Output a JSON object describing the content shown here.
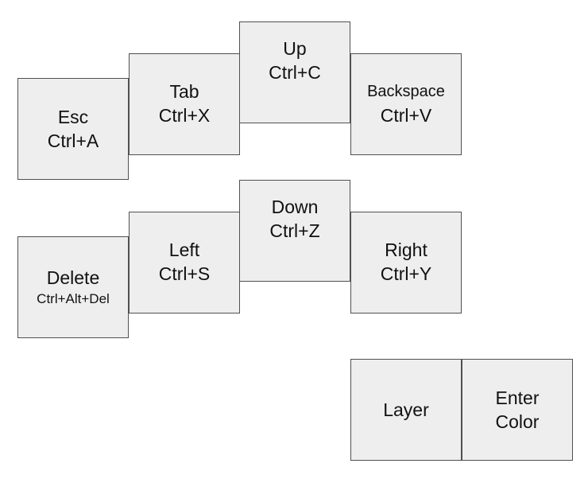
{
  "keys": {
    "esc": {
      "label": "Esc",
      "shortcut": "Ctrl+A"
    },
    "tab": {
      "label": "Tab",
      "shortcut": "Ctrl+X"
    },
    "up": {
      "label": "Up",
      "shortcut": "Ctrl+C"
    },
    "bksp": {
      "label": "Backspace",
      "shortcut": "Ctrl+V"
    },
    "del": {
      "label": "Delete",
      "shortcut": "Ctrl+Alt+Del"
    },
    "left": {
      "label": "Left",
      "shortcut": "Ctrl+S"
    },
    "down": {
      "label": "Down",
      "shortcut": "Ctrl+Z"
    },
    "right": {
      "label": "Right",
      "shortcut": "Ctrl+Y"
    },
    "layer": {
      "label": "Layer"
    },
    "enter": {
      "label": "Enter",
      "shortcut": "Color"
    }
  },
  "colors": {
    "key_fill": "#eeeeee",
    "key_border": "#505050",
    "text": "#111111"
  }
}
